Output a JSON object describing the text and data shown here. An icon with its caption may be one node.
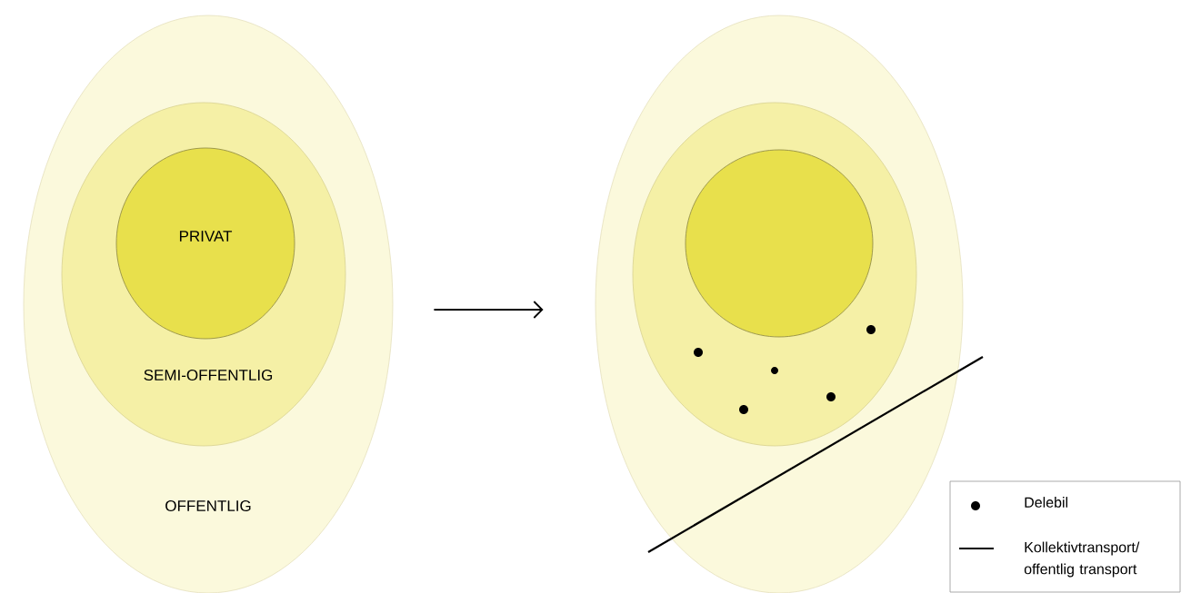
{
  "diagram": {
    "nodes": [
      {
        "text": [
          "OFFENTLIG"
        ]
      },
      {
        "text": [
          "SEMI-OFFENTLIG"
        ],
        "in": 0
      },
      {
        "text": [
          "PRIVAT"
        ],
        "in": 1
      },
      {
        "text": [],
        "shape": "ellipse"
      },
      {
        "text": [],
        "shape": "ellipse",
        "in": 3
      },
      {
        "text": [],
        "shape": "circle",
        "in": 4
      }
    ],
    "edges": [
      {
        "from": 0,
        "to": 3,
        "arrow": "to"
      }
    ],
    "legend": [
      {
        "text": "Delebil"
      },
      {
        "text": "Kollektivtransport/ offentlig transport"
      }
    ]
  }
}
